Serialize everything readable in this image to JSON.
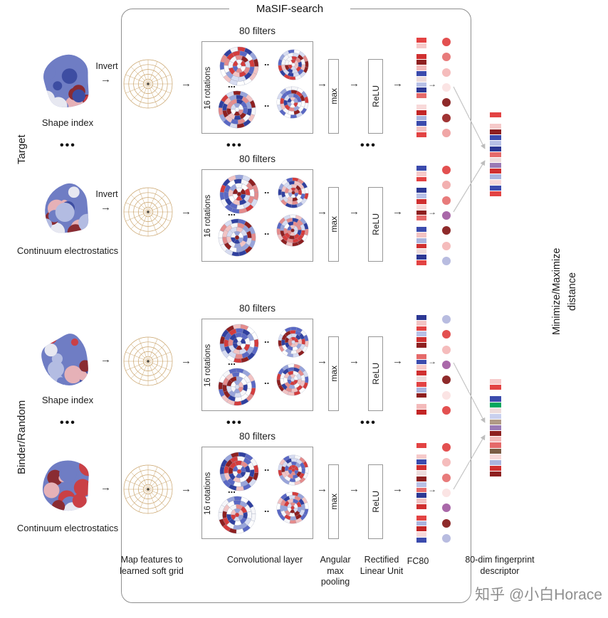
{
  "title": "MaSIF-search",
  "watermark": "知乎 @小白Horace",
  "side_labels": {
    "left_top": "Target",
    "left_bottom": "Binder/Random",
    "right": "Minimize/Maximize\ndistance"
  },
  "labels": {
    "invert": "Invert",
    "filters": "80 filters",
    "rotations": "16 rotations",
    "max": "max",
    "relu": "ReLU"
  },
  "icons": {
    "arrow": "→",
    "ellipsis": "•••",
    "dots2": "..",
    "dots3": "..."
  },
  "rows": [
    {
      "group": "Target",
      "surface_label": "Shape index",
      "has_invert": true
    },
    {
      "group": "Target",
      "surface_label": "Continuum electrostatics",
      "has_invert": true
    },
    {
      "group": "Binder/Random",
      "surface_label": "Shape index",
      "has_invert": false
    },
    {
      "group": "Binder/Random",
      "surface_label": "Continuum electrostatics",
      "has_invert": false
    }
  ],
  "bottom_labels": {
    "map_features": "Map features to learned soft grid",
    "conv": "Convolutional layer",
    "pooling": "Angular max pooling",
    "relu_unit": "Rectified Linear Unit",
    "fc80": "FC80",
    "descriptor": "80-dim fingerprint descriptor"
  },
  "palette": {
    "surface": [
      "#6f7dc4",
      "#39499f",
      "#b9c2e4",
      "#f1f1f5",
      "#d23b3b",
      "#f0b6b6",
      "#8d2525"
    ],
    "filters": [
      "#30409f",
      "#5a68c4",
      "#98a4da",
      "#d7dcf1",
      "#f6f6f9",
      "#ffffff",
      "#f2c3c3",
      "#e58c8c",
      "#d43c3c",
      "#8e2020"
    ],
    "grid": "#c9a36a",
    "connector": "#c4c4c4"
  },
  "bars": {
    "fc80": [
      [
        "#e34343",
        "#f6caca",
        "#ffffff",
        "#d03030",
        "#8e1f1f",
        "#f3baba",
        "#3b4bad",
        "#eddcdc",
        "#b7c0e6",
        "#2c3894",
        "#e56a6a",
        "#ffffff",
        "#f8d9d9",
        "#c32626",
        "#aab4de",
        "#3b4bad",
        "#f2c3c3",
        "#e34343"
      ],
      [
        "#3b4bad",
        "#f6caca",
        "#e34343",
        "#ffffff",
        "#2c3894",
        "#b7c0e6",
        "#d03030",
        "#f8d9d9",
        "#8e1f1f",
        "#e56a6a",
        "#ffffff",
        "#3b4bad",
        "#f2c3c3",
        "#aab4de",
        "#d03030",
        "#eddcdc",
        "#2c3894",
        "#e34343"
      ],
      [
        "#2c3894",
        "#f2c3c3",
        "#e34343",
        "#b7c0e6",
        "#d03030",
        "#8e1f1f",
        "#ffffff",
        "#e56a6a",
        "#3b4bad",
        "#f6caca",
        "#d03030",
        "#eddcdc",
        "#e34343",
        "#aab4de",
        "#8e1f1f",
        "#ffffff",
        "#f3baba",
        "#c32626"
      ],
      [
        "#e34343",
        "#ffffff",
        "#f6caca",
        "#3b4bad",
        "#d03030",
        "#eddcdc",
        "#8e1f1f",
        "#b7c0e6",
        "#e56a6a",
        "#2c3894",
        "#f2c3c3",
        "#d03030",
        "#ffffff",
        "#e34343",
        "#aab4de",
        "#c32626",
        "#f8d9d9",
        "#3b4bad"
      ]
    ],
    "fingerprint_top": [
      "#e34343",
      "#ffffff",
      "#f6caca",
      "#8e1f1f",
      "#3b4bad",
      "#b7c0e6",
      "#2c3894",
      "#e56a6a",
      "#eddcdc",
      "#9a7ab5",
      "#d03030",
      "#aab4de",
      "#f8d9d9",
      "#3b4bad",
      "#e34343"
    ],
    "fingerprint_bottom": [
      "#f6caca",
      "#e34343",
      "#ffffff",
      "#3b4bad",
      "#00a65e",
      "#eddcdc",
      "#c9d0ee",
      "#b09a85",
      "#9a7ab5",
      "#8e1f1f",
      "#f3baba",
      "#e56a6a",
      "#7a5c43",
      "#f8d9d9",
      "#aab4de",
      "#d03030",
      "#8e1f1f"
    ]
  },
  "dots": [
    [
      "#e35050",
      "#e87b7b",
      "#f5bcbc",
      "#fbe4e4",
      "#8e2a2a",
      "#a03333",
      "#f0a6a6"
    ],
    [
      "#e35050",
      "#f2b0b0",
      "#e87b7b",
      "#a968a9",
      "#8e2a2a",
      "#f5bcbc",
      "#b8bce0"
    ],
    [
      "#b8bce0",
      "#e35050",
      "#f5bcbc",
      "#a968a9",
      "#8e2a2a",
      "#fbe4e4",
      "#e35050"
    ],
    [
      "#e35050",
      "#f5bcbc",
      "#e87b7b",
      "#fbe4e4",
      "#a968a9",
      "#8e2a2a",
      "#b8bce0"
    ]
  ]
}
